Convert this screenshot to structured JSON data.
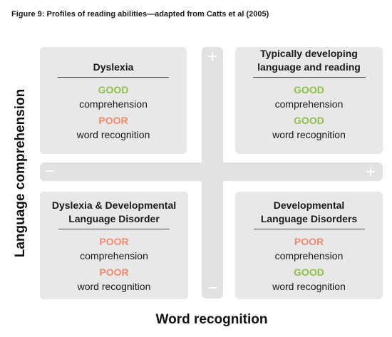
{
  "figure": {
    "title": "Figure 9: Profiles of reading abilities—adapted from Catts et al (2005)"
  },
  "axes": {
    "y_label": "Language comprehension",
    "x_label": "Word recognition",
    "plus_sign": "+",
    "minus_sign": "−"
  },
  "quadrants": {
    "top_left": {
      "title": "Dyslexia",
      "comprehension_rating": "GOOD",
      "comprehension_label": "comprehension",
      "word_rating": "POOR",
      "word_label": "word recognition"
    },
    "top_right": {
      "title_line1": "Typically developing",
      "title_line2": "language and reading",
      "comprehension_rating": "GOOD",
      "comprehension_label": "comprehension",
      "word_rating": "GOOD",
      "word_label": "word recognition"
    },
    "bottom_left": {
      "title_line1": "Dyslexia & Developmental",
      "title_line2": "Language Disorder",
      "comprehension_rating": "POOR",
      "comprehension_label": "comprehension",
      "word_rating": "POOR",
      "word_label": "word recognition"
    },
    "bottom_right": {
      "title_line1": "Developmental",
      "title_line2": "Language Disorders",
      "comprehension_rating": "POOR",
      "comprehension_label": "comprehension",
      "word_rating": "GOOD",
      "word_label": "word recognition"
    }
  },
  "colors": {
    "good": "#8dc04c",
    "poor": "#f08a6e",
    "panel": "#e8e8e8",
    "axis_bar": "#e2e2e2"
  }
}
